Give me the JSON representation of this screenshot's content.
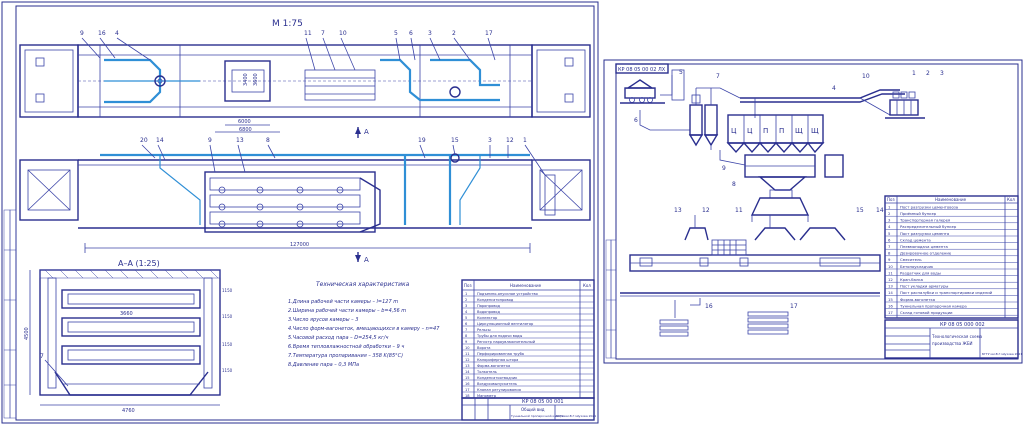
{
  "sheet1": {
    "scale_label": "М 1:75",
    "top_view_callouts": [
      "9",
      "16",
      "4",
      "11",
      "7",
      "10",
      "5",
      "6",
      "3",
      "2",
      "17"
    ],
    "side_view_callouts": [
      "20",
      "14",
      "9",
      "13",
      "8",
      "19",
      "15",
      "3",
      "12",
      "1"
    ],
    "section_marker": "А",
    "dimensions": {
      "top_width_a": "6000",
      "top_width_b": "6800",
      "top_height_a": "3400",
      "top_height_b": "3600",
      "overall_length": "127000"
    },
    "section_title": "А–А (1:25)",
    "section_dimensions": {
      "height": "4500",
      "width": "4760",
      "shelf_width": "3660",
      "shelf_heights": [
        "1150",
        "1150",
        "1150",
        "1150"
      ]
    },
    "section_callout": "7",
    "tech_title": "Техническая характеристика",
    "tech_lines": [
      "1.Длина рабочей части камеры – l=127 m",
      "2.Ширина рабочей части камеры – b=4,56 m",
      "3.Число ярусов камеры – 3",
      "4.Число форм-вагонеток, вмещающихся в камеру – n=47",
      "5.Часовой расход пара – D=254,5 кг/ч",
      "6.Время тепловлажностной обработки – 9 ч",
      "7.Температура пропаривания – 358 K(85°C)",
      "8.Давление пара – 0,3 МПа"
    ],
    "spec_headers": [
      "Поз",
      "Наименование",
      "Кол"
    ],
    "spec_rows": [
      {
        "pos": "1",
        "name": "Подъемно-опускное устройство"
      },
      {
        "pos": "2",
        "name": "Конденсатопровод"
      },
      {
        "pos": "3",
        "name": "Паропровод"
      },
      {
        "pos": "4",
        "name": "Водопровод"
      },
      {
        "pos": "5",
        "name": "Коллектор"
      },
      {
        "pos": "6",
        "name": "Циркуляционный вентилятор"
      },
      {
        "pos": "7",
        "name": "Рельсы"
      },
      {
        "pos": "8",
        "name": "Трубы для подачи воды"
      },
      {
        "pos": "9",
        "name": "Регистр пароувлажнительный"
      },
      {
        "pos": "10",
        "name": "Ворота"
      },
      {
        "pos": "11",
        "name": "Перфорированная труба"
      },
      {
        "pos": "12",
        "name": "Калориферная штора"
      },
      {
        "pos": "13",
        "name": "Форма-вагонетка"
      },
      {
        "pos": "14",
        "name": "Толкатель"
      },
      {
        "pos": "15",
        "name": "Конденсатоотводчик"
      },
      {
        "pos": "16",
        "name": "Воздуховыпускатель"
      },
      {
        "pos": "17",
        "name": "Клапан регулирования"
      },
      {
        "pos": "18",
        "name": "Манометр"
      }
    ],
    "stamp_code": "КР 08 05 00 001",
    "stamp_title_1": "Общий вид",
    "stamp_title_2": "Туннельной пропарочной камеры",
    "stamp_org": "БГТУ им.В.Г.Шухова 2021"
  },
  "sheet2": {
    "code_box": "КР 08 05 00 02 ЛХ",
    "hopper_labels": [
      "Ц",
      "Ц",
      "П",
      "П",
      "Щ",
      "Щ"
    ],
    "scheme_callouts": [
      "1",
      "2",
      "3",
      "4",
      "5",
      "6",
      "7",
      "8",
      "9",
      "10",
      "11",
      "12",
      "13",
      "14",
      "15",
      "16",
      "17"
    ],
    "spec_headers": [
      "Поз",
      "Наименование",
      "Кол"
    ],
    "spec_rows": [
      {
        "pos": "1",
        "name": "Пост разгрузки цементовоза"
      },
      {
        "pos": "2",
        "name": "Приёмный бункер"
      },
      {
        "pos": "3",
        "name": "Транспортерная галерея"
      },
      {
        "pos": "4",
        "name": "Распределительный бункер"
      },
      {
        "pos": "5",
        "name": "Пост разгрузки цемента"
      },
      {
        "pos": "6",
        "name": "Склад цемента"
      },
      {
        "pos": "7",
        "name": "Пневмоподача цемента"
      },
      {
        "pos": "8",
        "name": "Дозировочное отделение"
      },
      {
        "pos": "9",
        "name": "Смеситель"
      },
      {
        "pos": "10",
        "name": "Бетоноукладчик"
      },
      {
        "pos": "11",
        "name": "Раздатчик для воды"
      },
      {
        "pos": "12",
        "name": "Кран-балка"
      },
      {
        "pos": "13",
        "name": "Пост укладки арматуры"
      },
      {
        "pos": "14",
        "name": "Пост распалубки и транспортировки изделий"
      },
      {
        "pos": "15",
        "name": "Форма-вагонетка"
      },
      {
        "pos": "16",
        "name": "Туннельная пропарочная камера"
      },
      {
        "pos": "17",
        "name": "Склад готовой продукции"
      }
    ],
    "stamp_code": "КР 08 05 000 002",
    "stamp_title_1": "Технологическая схема",
    "stamp_title_2": "производства ЖБИ",
    "stamp_org": "БГТУ им.В.Г.Шухова 2021"
  }
}
